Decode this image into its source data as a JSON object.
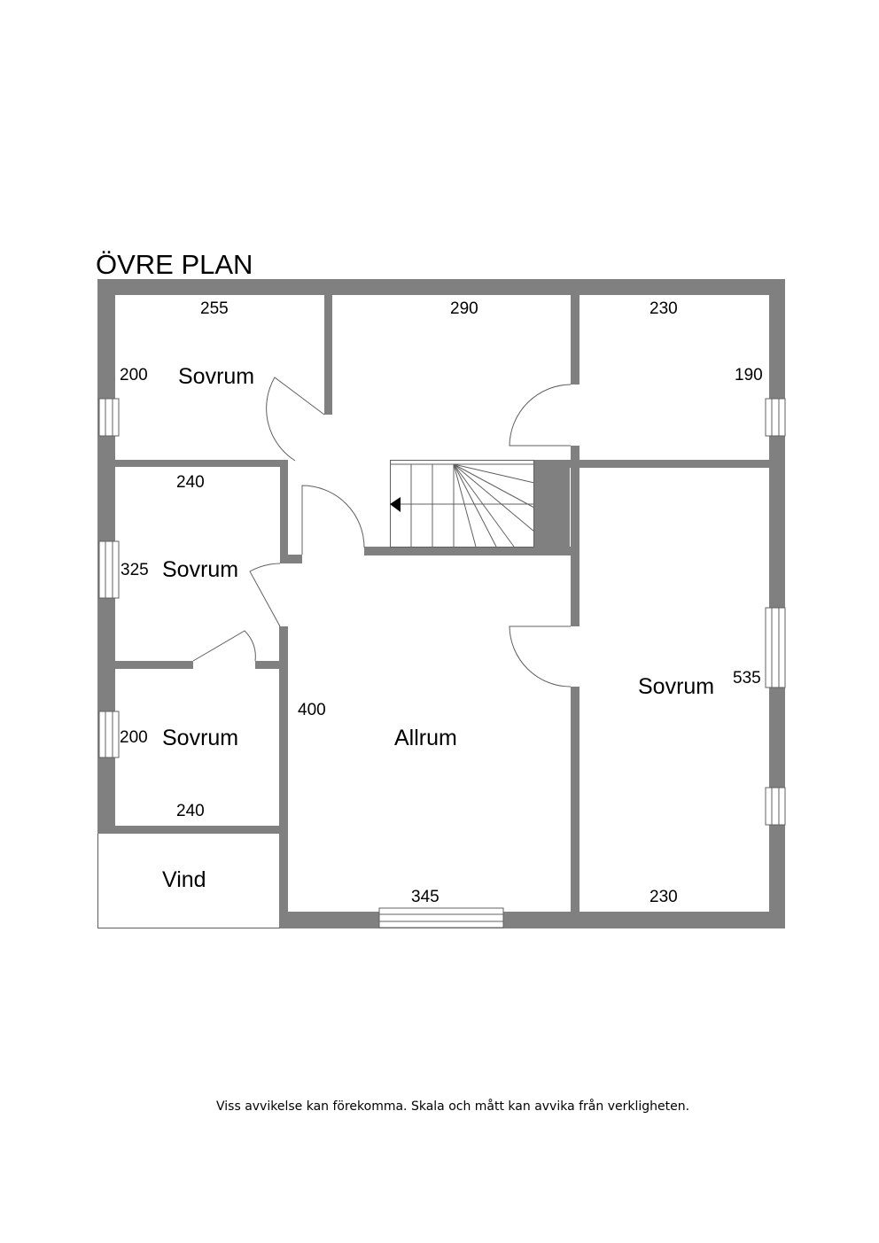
{
  "title": "ÖVRE PLAN",
  "rooms": {
    "sovrum_1": "Sovrum",
    "sovrum_2": "Sovrum",
    "sovrum_3": "Sovrum",
    "sovrum_4": "Sovrum",
    "allrum": "Allrum",
    "vind": "Vind"
  },
  "dimensions": {
    "d_255": "255",
    "d_200_top": "200",
    "d_290": "290",
    "d_230_top": "230",
    "d_190": "190",
    "d_240_mid": "240",
    "d_325": "325",
    "d_200_low": "200",
    "d_240_low": "240",
    "d_400": "400",
    "d_345": "345",
    "d_535": "535",
    "d_230_bottom": "230"
  },
  "disclaimer": "Viss avvikelse kan förekomma. Skala och mått kan avvika från verkligheten.",
  "colors": {
    "wall": "#808080",
    "line": "#606060",
    "background": "#ffffff"
  }
}
